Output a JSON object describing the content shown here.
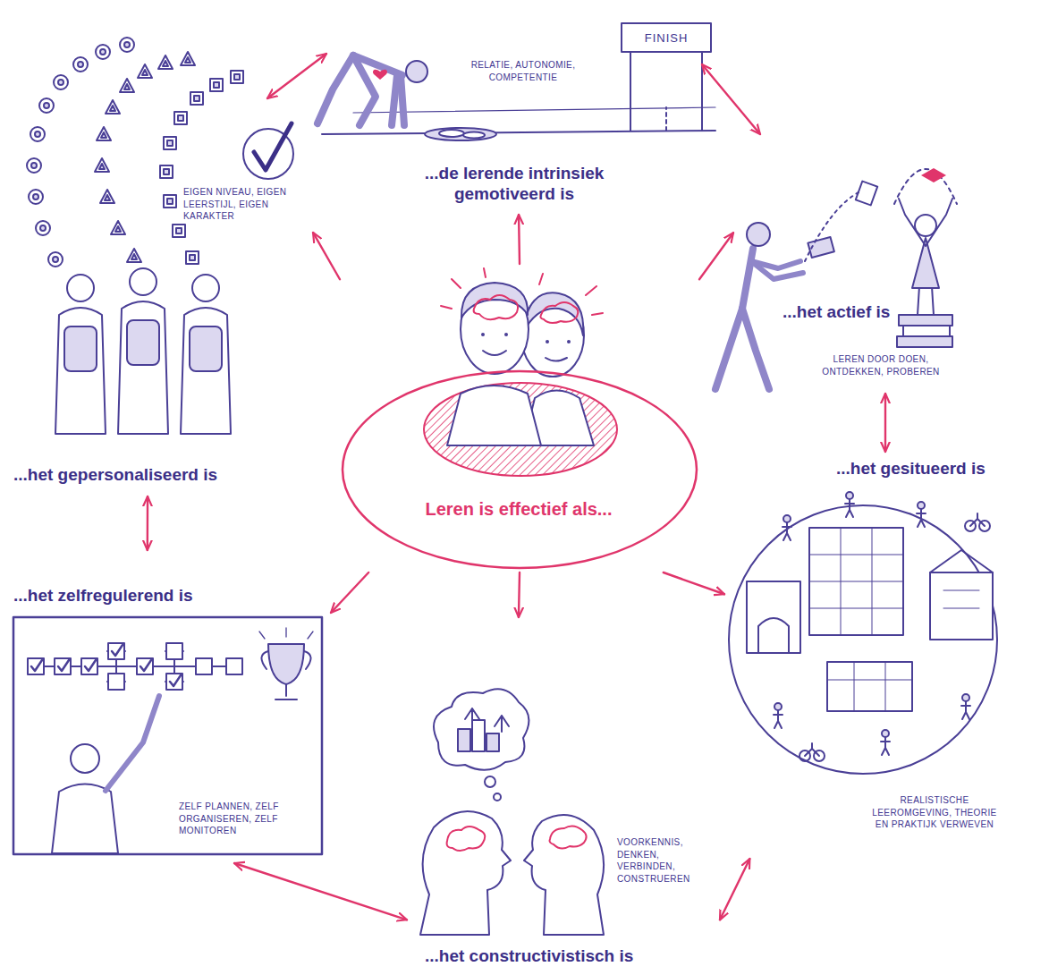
{
  "diagram": {
    "nodes": [
      {
        "text": [
          "Leren is effectief als..."
        ]
      },
      {
        "text": [
          "RELATIE, AUTONOMIE, COMPETENTIE",
          "...de lerende intrinsiek gemotiveerd is"
        ]
      },
      {
        "text": [
          "...het actief is",
          "LEREN DOOR DOEN, ONTDEKKEN, PROBEREN"
        ]
      },
      {
        "text": [
          "...het gesitueerd is",
          "REALISTISCHE LEEROMGEVING, THEORIE EN PRAKTIJK VERWEVEN"
        ]
      },
      {
        "text": [
          "VOORKENNIS, DENKEN, VERBINDEN, CONSTRUEREN",
          "...het constructivistisch is"
        ]
      },
      {
        "text": [
          "...het zelfregulerend is",
          "ZELF PLANNEN, ZELF ORGANISEREN, ZELF MONITOREN"
        ]
      },
      {
        "text": [
          "EIGEN NIVEAU, EIGEN LEERSTIJL, EIGEN KARAKTER",
          "...het gepersonaliseerd is"
        ]
      }
    ],
    "edges": [
      {
        "from": 0,
        "to": 1,
        "arrow": "to"
      },
      {
        "from": 0,
        "to": 2,
        "arrow": "to"
      },
      {
        "from": 0,
        "to": 3,
        "arrow": "to"
      },
      {
        "from": 0,
        "to": 4,
        "arrow": "to"
      },
      {
        "from": 0,
        "to": 5,
        "arrow": "to"
      },
      {
        "from": 0,
        "to": 6,
        "arrow": "to"
      },
      {
        "from": 1,
        "to": 2,
        "arrow": "both"
      },
      {
        "from": 2,
        "to": 3,
        "arrow": "both"
      },
      {
        "from": 3,
        "to": 4,
        "arrow": "both"
      },
      {
        "from": 4,
        "to": 5,
        "arrow": "both"
      },
      {
        "from": 5,
        "to": 6,
        "arrow": "both"
      },
      {
        "from": 6,
        "to": 1,
        "arrow": "both"
      }
    ],
    "labels": [
      "FINISH"
    ]
  }
}
